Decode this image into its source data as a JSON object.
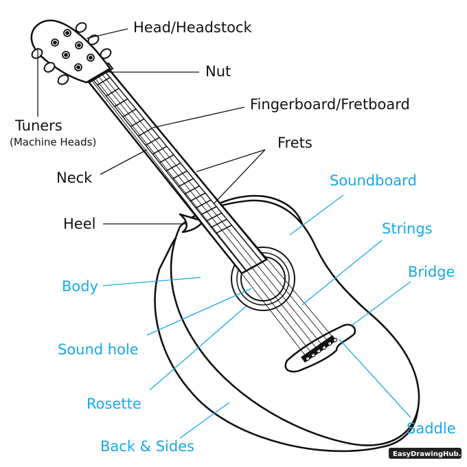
{
  "labels": {
    "head": "Head/Headstock",
    "nut": "Nut",
    "fingerboard": "Fingerboard/Fretboard",
    "tuners": "Tuners",
    "tuners_sub": "(Machine Heads)",
    "frets": "Frets",
    "neck": "Neck",
    "heel": "Heel",
    "soundboard": "Soundboard",
    "strings": "Strings",
    "bridge": "Bridge",
    "body": "Body",
    "sound_hole": "Sound hole",
    "rosette": "Rosette",
    "saddle": "Saddle",
    "back_sides": "Back & Sides"
  },
  "watermark": "EasyDrawingHub.com",
  "colors": {
    "outline": "#111111",
    "structure_label": "#111111",
    "body_label": "#16a9e6",
    "background": "#ffffff"
  }
}
